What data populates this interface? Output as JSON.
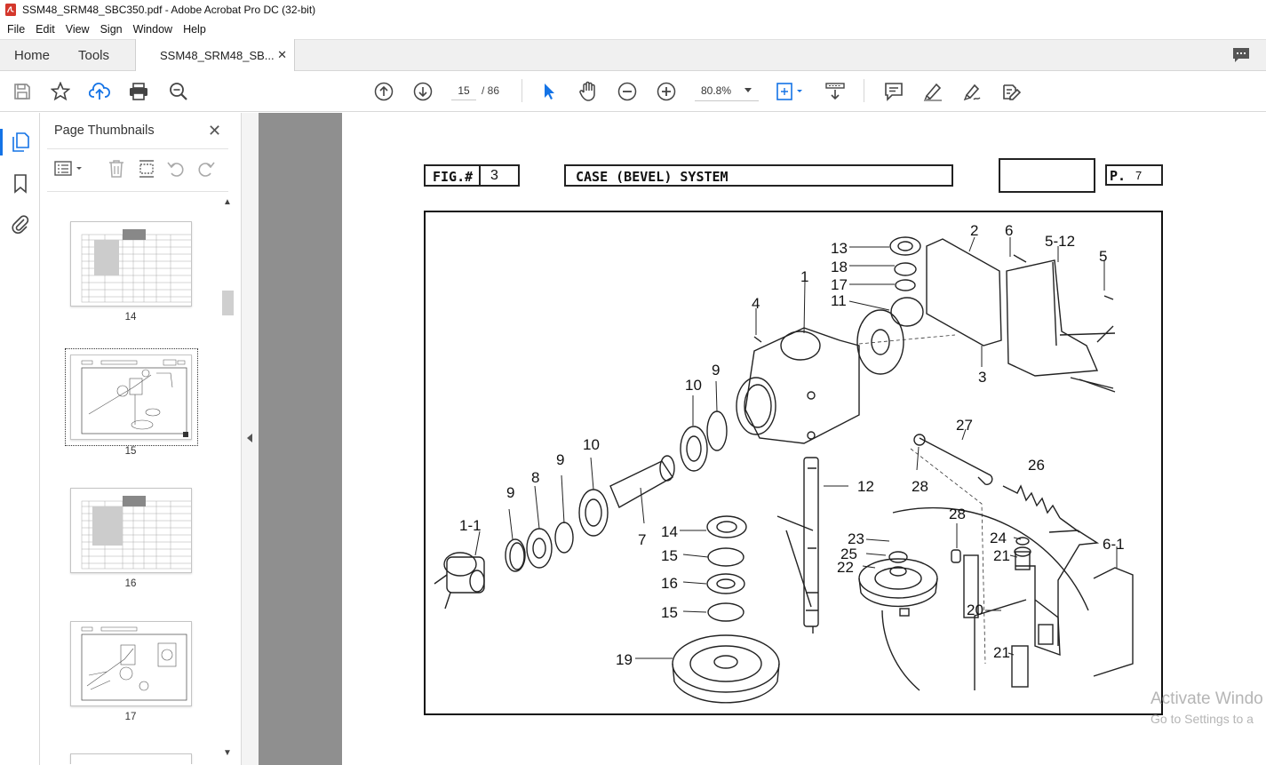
{
  "window": {
    "title": "SSM48_SRM48_SBC350.pdf - Adobe Acrobat Pro DC (32-bit)"
  },
  "menu": [
    "File",
    "Edit",
    "View",
    "Sign",
    "Window",
    "Help"
  ],
  "tabs": {
    "home": "Home",
    "tools": "Tools",
    "document": "SSM48_SRM48_SB..."
  },
  "toolbar": {
    "current_page": "15",
    "total_pages": "/ 86",
    "zoom": "80.8%"
  },
  "panel": {
    "title": "Page Thumbnails",
    "thumbnails": [
      {
        "label": "14"
      },
      {
        "label": "15"
      },
      {
        "label": "16"
      },
      {
        "label": "17"
      }
    ]
  },
  "page": {
    "fig_label": "FIG.#",
    "fig_number": "3",
    "fig_title": "CASE (BEVEL) SYSTEM",
    "page_label": "P.",
    "page_number": "7",
    "parts": [
      "1-1",
      "9",
      "8",
      "9",
      "10",
      "7",
      "10",
      "9",
      "4",
      "1",
      "13",
      "18",
      "17",
      "11",
      "2",
      "6",
      "5-12",
      "5",
      "3",
      "12",
      "14",
      "15",
      "16",
      "15",
      "19",
      "27",
      "28",
      "26",
      "28",
      "24",
      "23",
      "25",
      "22",
      "21",
      "20",
      "21",
      "6-1"
    ]
  },
  "watermark": {
    "line1": "Activate Windo",
    "line2": "Go to Settings to a"
  },
  "colors": {
    "accent": "#1473e6",
    "pdf_red": "#d4372c"
  }
}
